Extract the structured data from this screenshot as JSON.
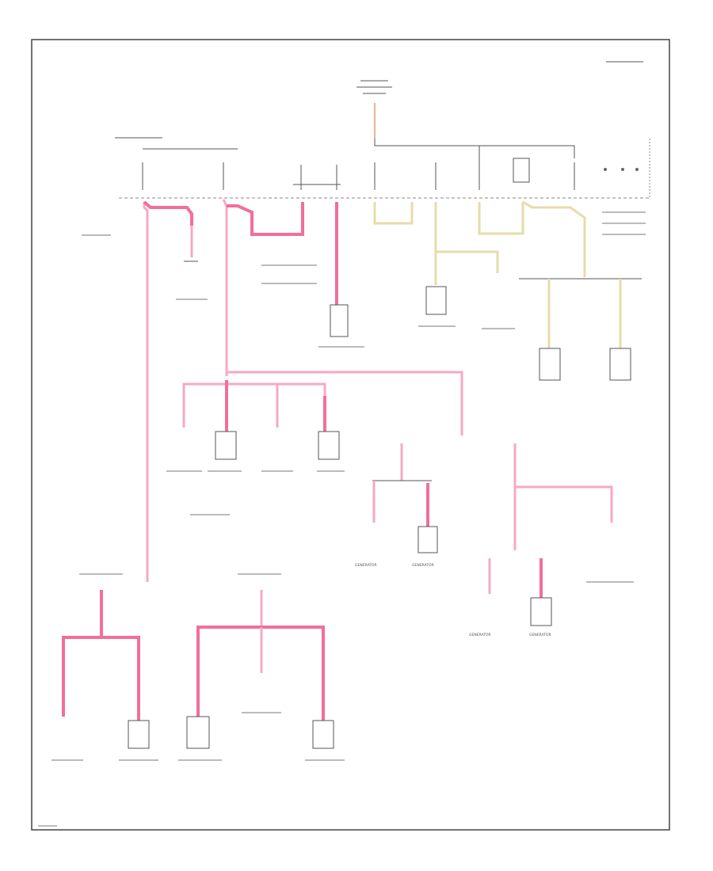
{
  "diagram": {
    "frame_color": "#444444",
    "wire_colors": {
      "pink": "#f7a8c4",
      "pink_heavy": "#f26e9b",
      "tan": "#e6dcaa",
      "connector": "#555555"
    },
    "legible_text": {
      "generator_labels": [
        "GENERATOR",
        "GENERATOR",
        "GENERATOR",
        "GENERATOR"
      ]
    }
  }
}
